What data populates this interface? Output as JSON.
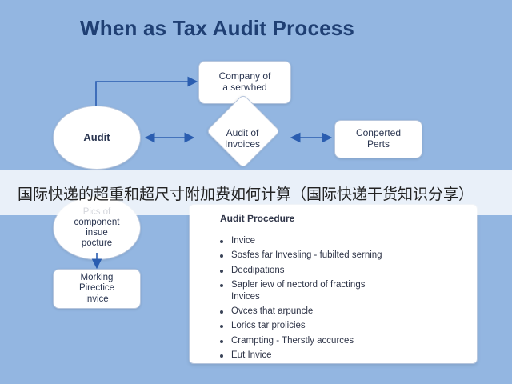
{
  "title": "When as Tax Audit Process",
  "nodes": {
    "audit": "Audit",
    "company": "Company of\na serwhed",
    "invoices": "Audit of\nInvoices",
    "converted": "Conperted\nPerts",
    "component": "Pics of\ncomponent\ninsue\npocture",
    "working": "Morking\nPirectice\ninvice"
  },
  "panel": {
    "title": "Audit Procedure",
    "items": [
      "Invice",
      "Sosfes far Invesling - fubilted serning",
      "Decdipations",
      "Sapler iew of nectord of fractings\nInvices",
      "Ovces that arpuncle",
      "Lorics tar prolicies",
      "Crampting - Therstly accurces",
      "Eut Invice"
    ]
  },
  "banner": "国际快递的超重和超尺寸附加费如何计算（国际快递干货知识分享）",
  "colors": {
    "background": "#93b6e1",
    "title": "#1f3f73",
    "arrow": "#2a5db0",
    "node": "#ffffff"
  }
}
